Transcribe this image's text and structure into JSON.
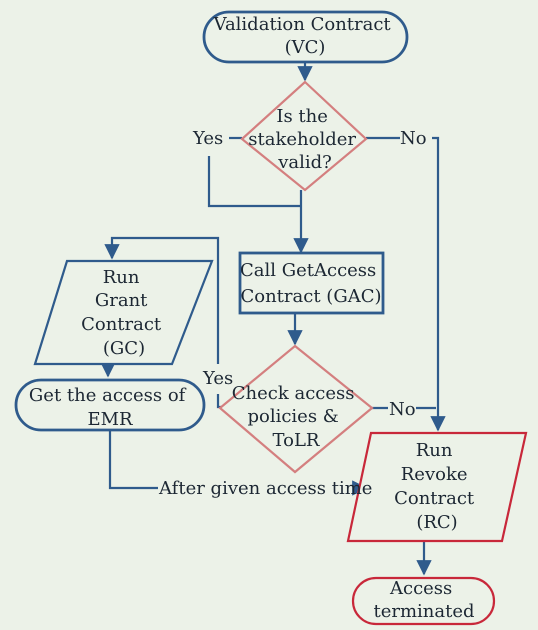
{
  "nodes": {
    "validation": {
      "lines": [
        "Validation Contract",
        "(VC)"
      ]
    },
    "stakeholder": {
      "lines": [
        "Is the",
        "stakeholder",
        "valid?"
      ]
    },
    "call_getaccess": {
      "lines": [
        "Call GetAccess",
        "Contract (GAC)"
      ]
    },
    "run_grant": {
      "lines": [
        "Run",
        "Grant",
        "Contract",
        "(GC)"
      ]
    },
    "get_access": {
      "lines": [
        "Get the access of",
        "EMR"
      ]
    },
    "check_access": {
      "lines": [
        "Check access",
        "policies &",
        "ToLR"
      ]
    },
    "run_revoke": {
      "lines": [
        "Run",
        "Revoke",
        "Contract",
        "(RC)"
      ]
    },
    "access_terminated": {
      "lines": [
        "Access",
        "terminated"
      ]
    }
  },
  "edge_labels": {
    "stakeholder_yes": "Yes",
    "stakeholder_no": "No",
    "check_yes": "Yes",
    "check_no": "No",
    "after_access": "After given access time"
  },
  "colors": {
    "background": "#ecf2e8",
    "blue_stroke": "#2f5b8c",
    "pink_stroke": "#d47f7f",
    "red_stroke": "#c8283a",
    "node_fill": "#ecf2e8",
    "text": "#1c2733"
  }
}
